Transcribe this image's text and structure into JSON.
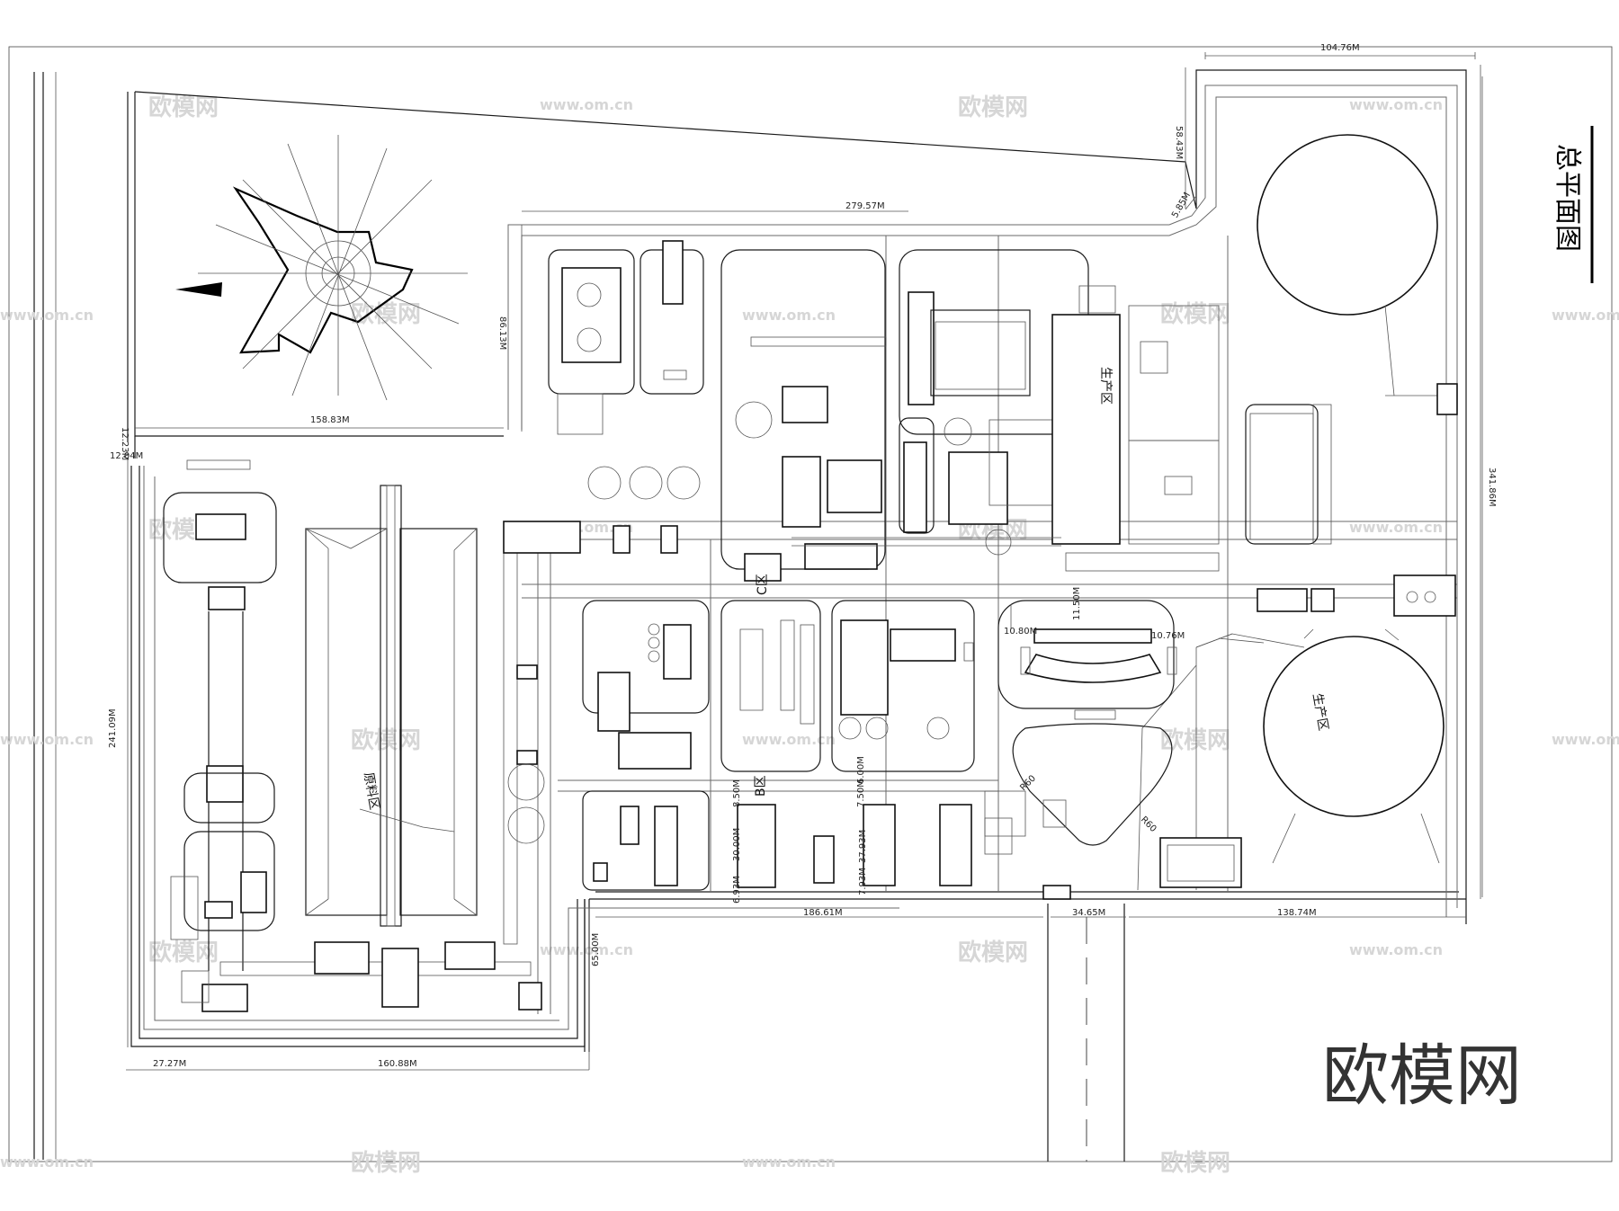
{
  "title": "总平面图",
  "zones": {
    "raw_material": "原料区",
    "production_1": "生产区",
    "production_2": "生产区",
    "c_zone": "C区",
    "b_zone": "B区"
  },
  "dimensions": {
    "top_104": "104.76M",
    "right_58": "58.43M",
    "small_5": "5.85M",
    "top_279": "279.57M",
    "left_86": "86.13M",
    "left_158": "158.83M",
    "left_12_04": "12.04M",
    "left_12_23": "12.23M",
    "right_341": "341.86M",
    "left_241": "241.09M",
    "dim_11_50": "11.50M",
    "dim_10_80": "10.80M",
    "dim_10_76": "10.76M",
    "dim_8_50": "8.50M",
    "dim_30_00": "30.00M",
    "dim_6_93": "6.93M",
    "dim_7_50": "7.50M",
    "dim_6_00": "6.00M",
    "dim_37_93": "37.93M",
    "dim_7_93": "7.93M",
    "bottom_186": "186.61M",
    "bottom_34": "34.65M",
    "bottom_138": "138.74M",
    "left_65": "65.00M",
    "bottom_27": "27.27M",
    "bottom_160": "160.88M",
    "r_60_a": "R60",
    "r_60_b": "R60"
  },
  "watermark": {
    "brand": "欧模网",
    "url": "www.om.cn",
    "url_edge": "www.om.cn"
  },
  "logo_text": "欧模网"
}
